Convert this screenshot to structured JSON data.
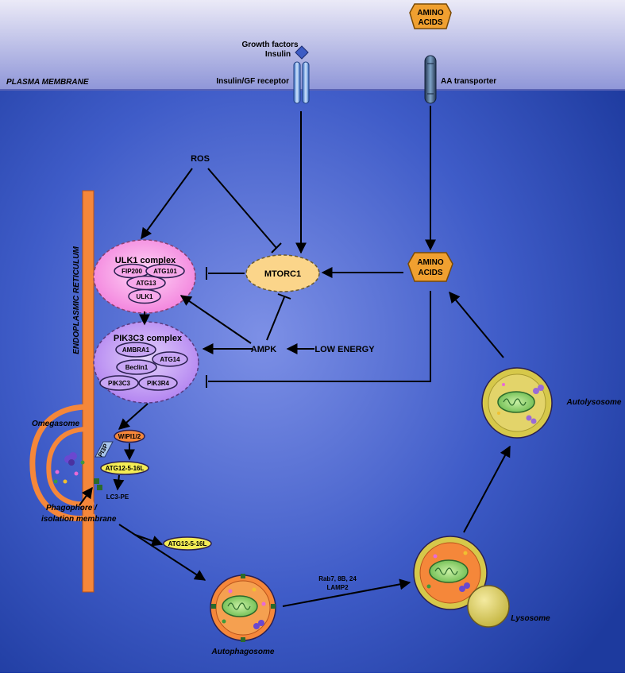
{
  "membrane": {
    "label": "PLASMA MEMBRANE",
    "receptor_label": "Insulin/GF receptor",
    "ligand_line1": "Growth factors",
    "ligand_line2": "Insulin",
    "transporter_label": "AA transporter"
  },
  "extracellular": {
    "amino_acids_line1": "AMINO",
    "amino_acids_line2": "ACIDS"
  },
  "nodes": {
    "ros": "ROS",
    "mtorc1": "MTORC1",
    "ampk": "AMPK",
    "low_energy": "LOW ENERGY",
    "amino_acids_line1": "AMINO",
    "amino_acids_line2": "ACIDS"
  },
  "ulk1_complex": {
    "title": "ULK1 complex",
    "fip200": "FIP200",
    "atg101": "ATG101",
    "atg13": "ATG13",
    "ulk1": "ULK1"
  },
  "pik3c3_complex": {
    "title": "PIK3C3 complex",
    "ambra1": "AMBRA1",
    "atg14": "ATG14",
    "beclin1": "Beclin1",
    "pik3c3": "PIK3C3",
    "pik3r4": "PIK3R4"
  },
  "er": {
    "label": "ENDOPLASMIC RETICULUM",
    "omegasome": "Omegasome",
    "pi3p": "PI3P",
    "wipi": "WIPI1/2",
    "atg12_complex": "ATG12-5-16L",
    "lc3pe": "LC3-PE",
    "phagophore_line1": "Phagophore /",
    "phagophore_line2": "isolation membrane",
    "atg12_released": "ATG12-5-16L"
  },
  "vesicles": {
    "autophagosome": "Autophagosome",
    "fusion_line1": "Rab7, 8B, 24",
    "fusion_line2": "LAMP2",
    "lysosome": "Lysosome",
    "autolysosome": "Autolysosome"
  },
  "colors": {
    "background": "#2a47b0",
    "membrane": "#a9aee8",
    "er": "#f5873a",
    "ulk1_fill": "#f58ae0",
    "pik3c3_fill": "#b58af0",
    "mtorc1_fill": "#fbd58a",
    "amino_acids_fill": "#f0a030",
    "lysosome_fill": "#d6c84a"
  }
}
